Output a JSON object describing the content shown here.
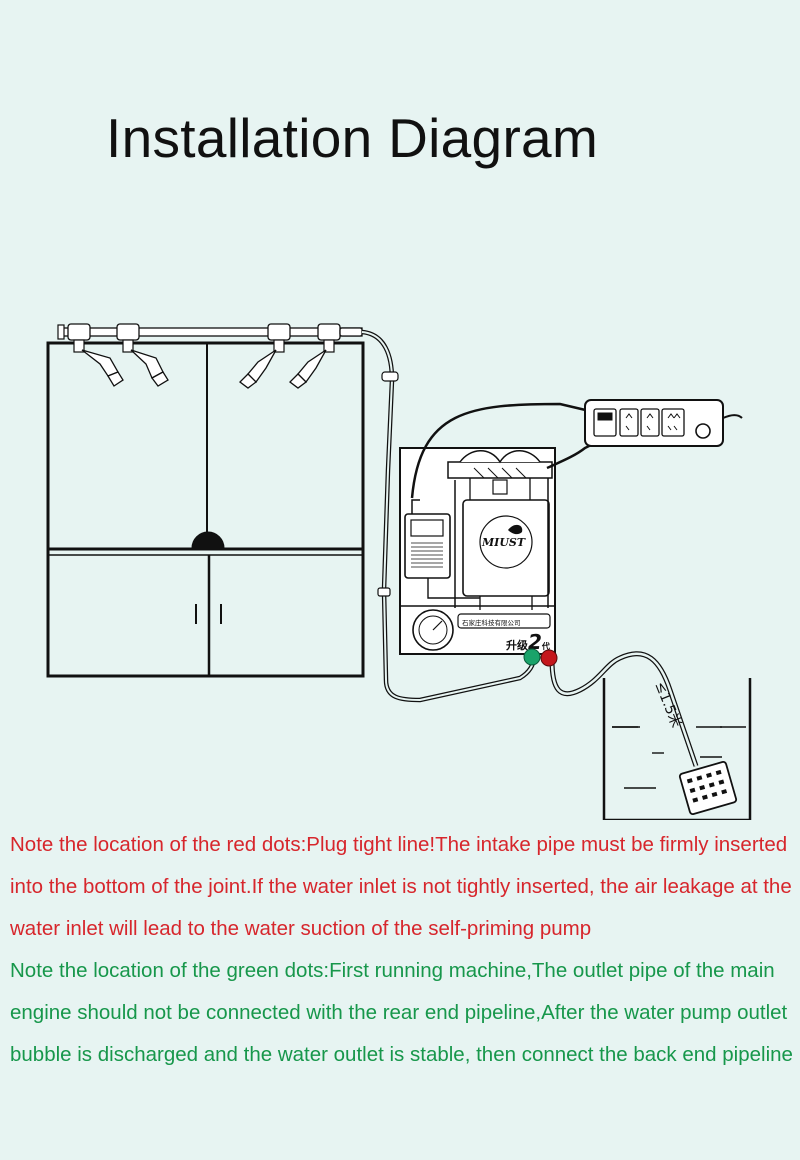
{
  "title": "Installation Diagram",
  "labels": {
    "pump_brand": "MIUST",
    "pump_caption": "升级",
    "pump_caption_num": "2",
    "pump_caption_suffix": "代",
    "panel_label": "石家庄科技有限公司",
    "depth_label": "≤1.5米"
  },
  "markers": {
    "red_color": "#c4161c",
    "green_color": "#1aa36a"
  },
  "notes": {
    "red": "Note the location of the red dots:Plug tight line!The intake pipe must be firmly inserted into the bottom of the joint.If the water inlet is not tightly inserted, the air leakage at the water inlet will lead to the water suction of the self-priming pump",
    "green": "Note the location of the green dots:First running machine,The outlet pipe of the main engine should not be connected with the rear end pipeline,After the water pump outlet bubble is discharged and the water outlet is stable, then connect the back end pipeline"
  }
}
